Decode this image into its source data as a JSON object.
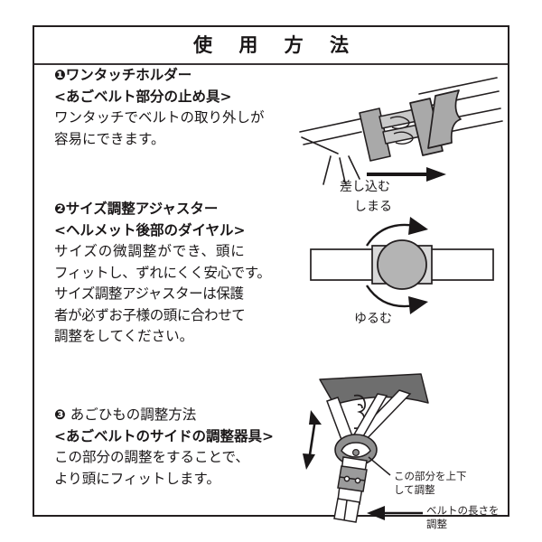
{
  "document": {
    "title": "使 用 方 法",
    "title_plain": "使用方法"
  },
  "sections": [
    {
      "id": "section-1",
      "number": "❶",
      "heading": "ワンタッチホルダー",
      "subheading": "<あごベルト部分の止め具>",
      "body": [
        "ワンタッチでベルトの取り外しが",
        "容易にできます。"
      ],
      "illustration": {
        "name": "one-touch-buckle-diagram",
        "labels": [
          {
            "text": "差し込む",
            "meaning": "insert"
          }
        ]
      }
    },
    {
      "id": "section-2",
      "number": "❷",
      "heading": "サイズ調整アジャスター",
      "subheading": "<ヘルメット後部のダイヤル>",
      "body": [
        "サイズの微調整ができ、頭に",
        "フィットし、ずれにくく安心です。",
        "サイズ調整アジャスターは保護",
        "者が必ずお子様の頭に合わせて",
        "調整をしてください。"
      ],
      "illustration": {
        "name": "size-adjuster-dial-diagram",
        "labels": [
          {
            "text": "しまる",
            "meaning": "tighten"
          },
          {
            "text": "ゆるむ",
            "meaning": "loosen"
          }
        ]
      }
    },
    {
      "id": "section-3",
      "number": "❸",
      "heading": "あごひもの調整方法",
      "subheading": "<あごベルトのサイドの調整器具>",
      "body": [
        "この部分の調整をすることで、",
        "より頭にフィットします。"
      ],
      "illustration": {
        "name": "chin-strap-adjuster-diagram",
        "labels": [
          {
            "text_line1": "この部分を上下",
            "text_line2": "して調整"
          },
          {
            "text_line1": "ベルトの長さを",
            "text_line2": "調整"
          }
        ]
      }
    }
  ],
  "colors": {
    "border": "#231f20",
    "header_rule": "#3a3436",
    "text": "#1a1718",
    "illustration_outline": "#231f20",
    "illustration_gray": "#a9a9a9",
    "illustration_light_gray": "#d9d9d9",
    "illustration_dark_gray": "#6e6e6e",
    "background": "#ffffff"
  }
}
